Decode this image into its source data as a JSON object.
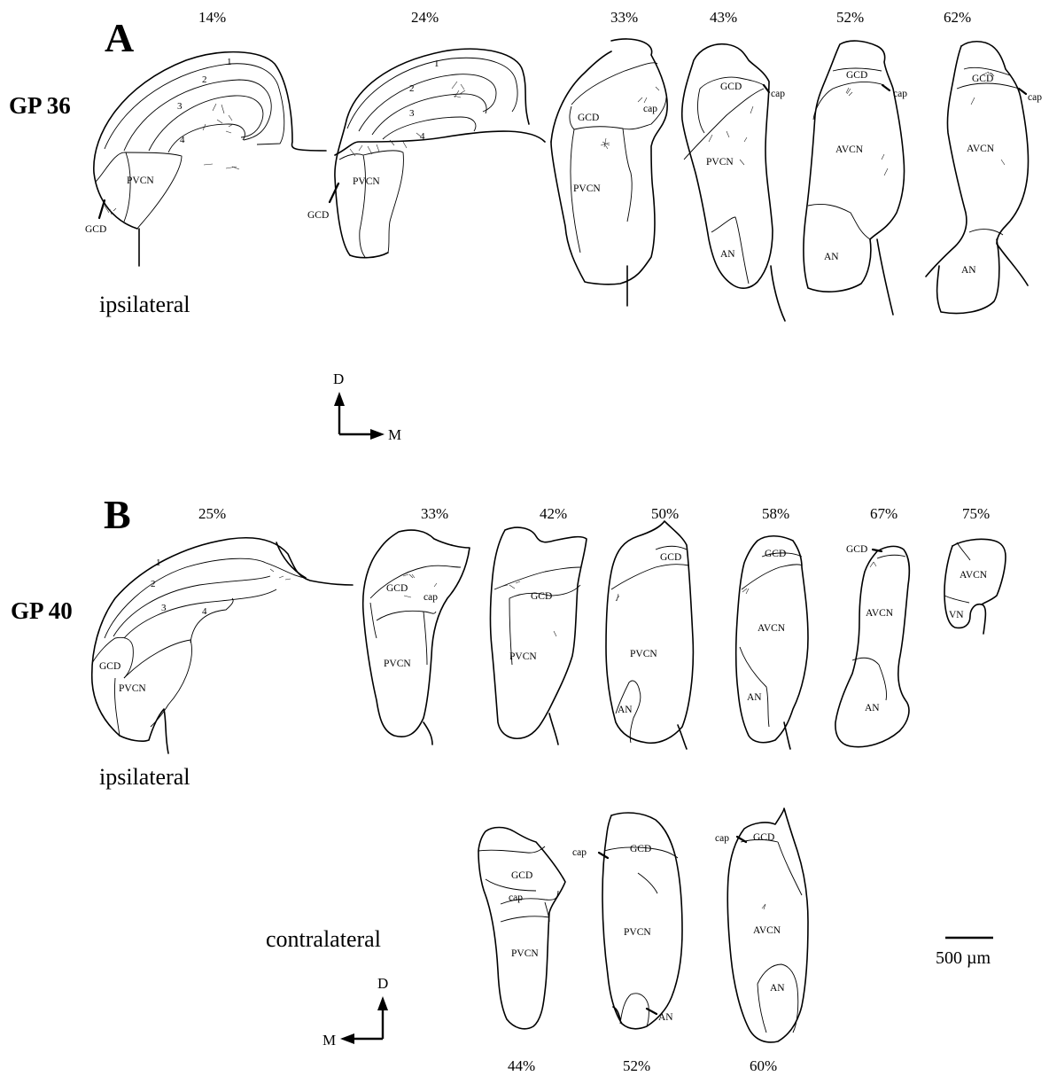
{
  "panel_a": {
    "letter": "A",
    "animal": "GP 36",
    "side_label": "ipsilateral",
    "percents": [
      "14%",
      "24%",
      "33%",
      "43%",
      "52%",
      "62%"
    ],
    "region_labels": {
      "gcd": "GCD",
      "pvcn": "PVCN",
      "avcn": "AVCN",
      "an": "AN",
      "cap": "cap"
    },
    "layers": [
      "1",
      "2",
      "3",
      "4"
    ],
    "orientation": {
      "dorsal": "D",
      "medial": "M"
    }
  },
  "panel_b": {
    "letter": "B",
    "animal": "GP 40",
    "side_label": "ipsilateral",
    "contra_label": "contralateral",
    "percents": [
      "25%",
      "33%",
      "42%",
      "50%",
      "58%",
      "67%",
      "75%"
    ],
    "contra_percents": [
      "44%",
      "52%",
      "60%"
    ],
    "region_labels": {
      "gcd": "GCD",
      "pvcn": "PVCN",
      "avcn": "AVCN",
      "an": "AN",
      "vn": "VN",
      "cap": "cap"
    },
    "layers": [
      "1",
      "2",
      "3",
      "4"
    ],
    "orientation": {
      "dorsal": "D",
      "medial": "M"
    },
    "scale_bar": "500 µm"
  }
}
